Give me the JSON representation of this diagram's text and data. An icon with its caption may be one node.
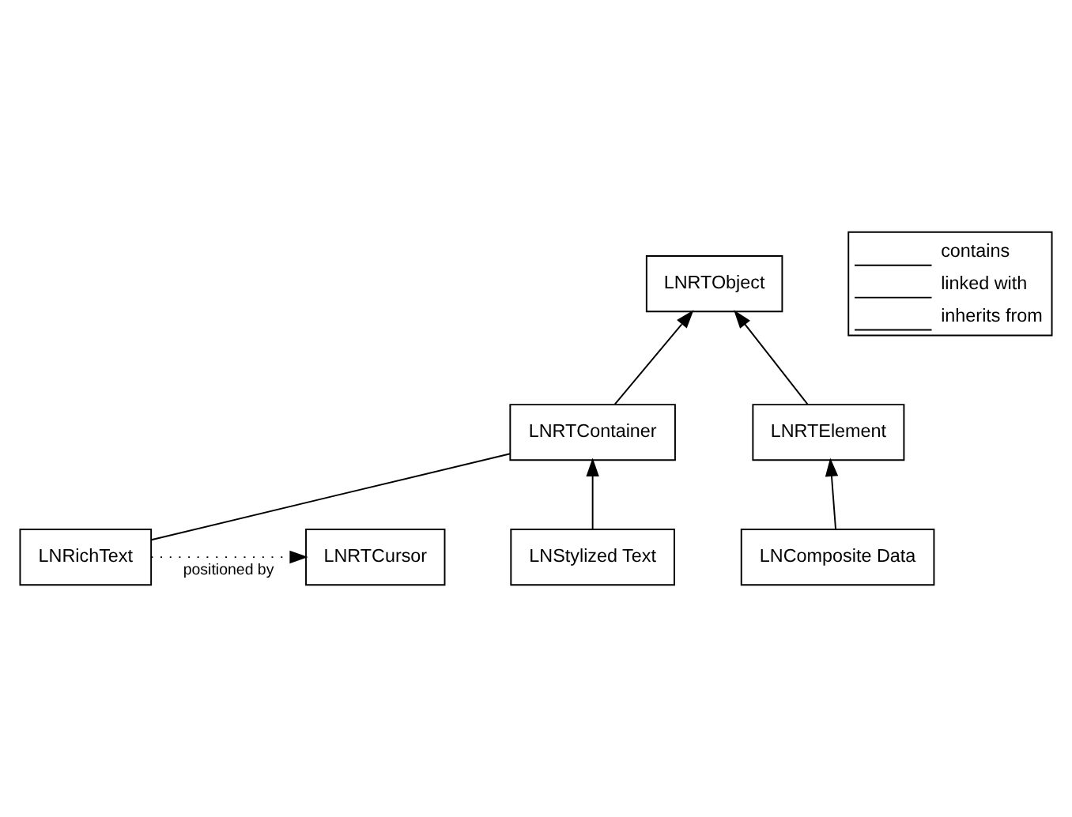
{
  "diagram": {
    "nodes": [
      {
        "text": [
          "LNRTObject"
        ]
      },
      {
        "text": [
          "LNRTContainer"
        ]
      },
      {
        "text": [
          "LNRTElement"
        ]
      },
      {
        "text": [
          "LNStylized Text"
        ]
      },
      {
        "text": [
          "LNComposite Data"
        ]
      },
      {
        "text": [
          "LNRichText"
        ]
      },
      {
        "text": [
          "LNRTCursor"
        ]
      }
    ],
    "edges": [
      {
        "from": 1,
        "to": 0,
        "arrow": "to"
      },
      {
        "from": 2,
        "to": 0,
        "arrow": "to"
      },
      {
        "from": 3,
        "to": 1,
        "arrow": "to"
      },
      {
        "from": 4,
        "to": 2,
        "arrow": "to"
      },
      {
        "from": 1,
        "to": 5,
        "arrow": "none"
      },
      {
        "from": 5,
        "to": 6,
        "arrow": "to",
        "style": "dashed",
        "label": "positioned by"
      }
    ],
    "legend": [
      {
        "text": "contains"
      },
      {
        "text": "linked with"
      },
      {
        "text": "inherits from"
      }
    ]
  }
}
